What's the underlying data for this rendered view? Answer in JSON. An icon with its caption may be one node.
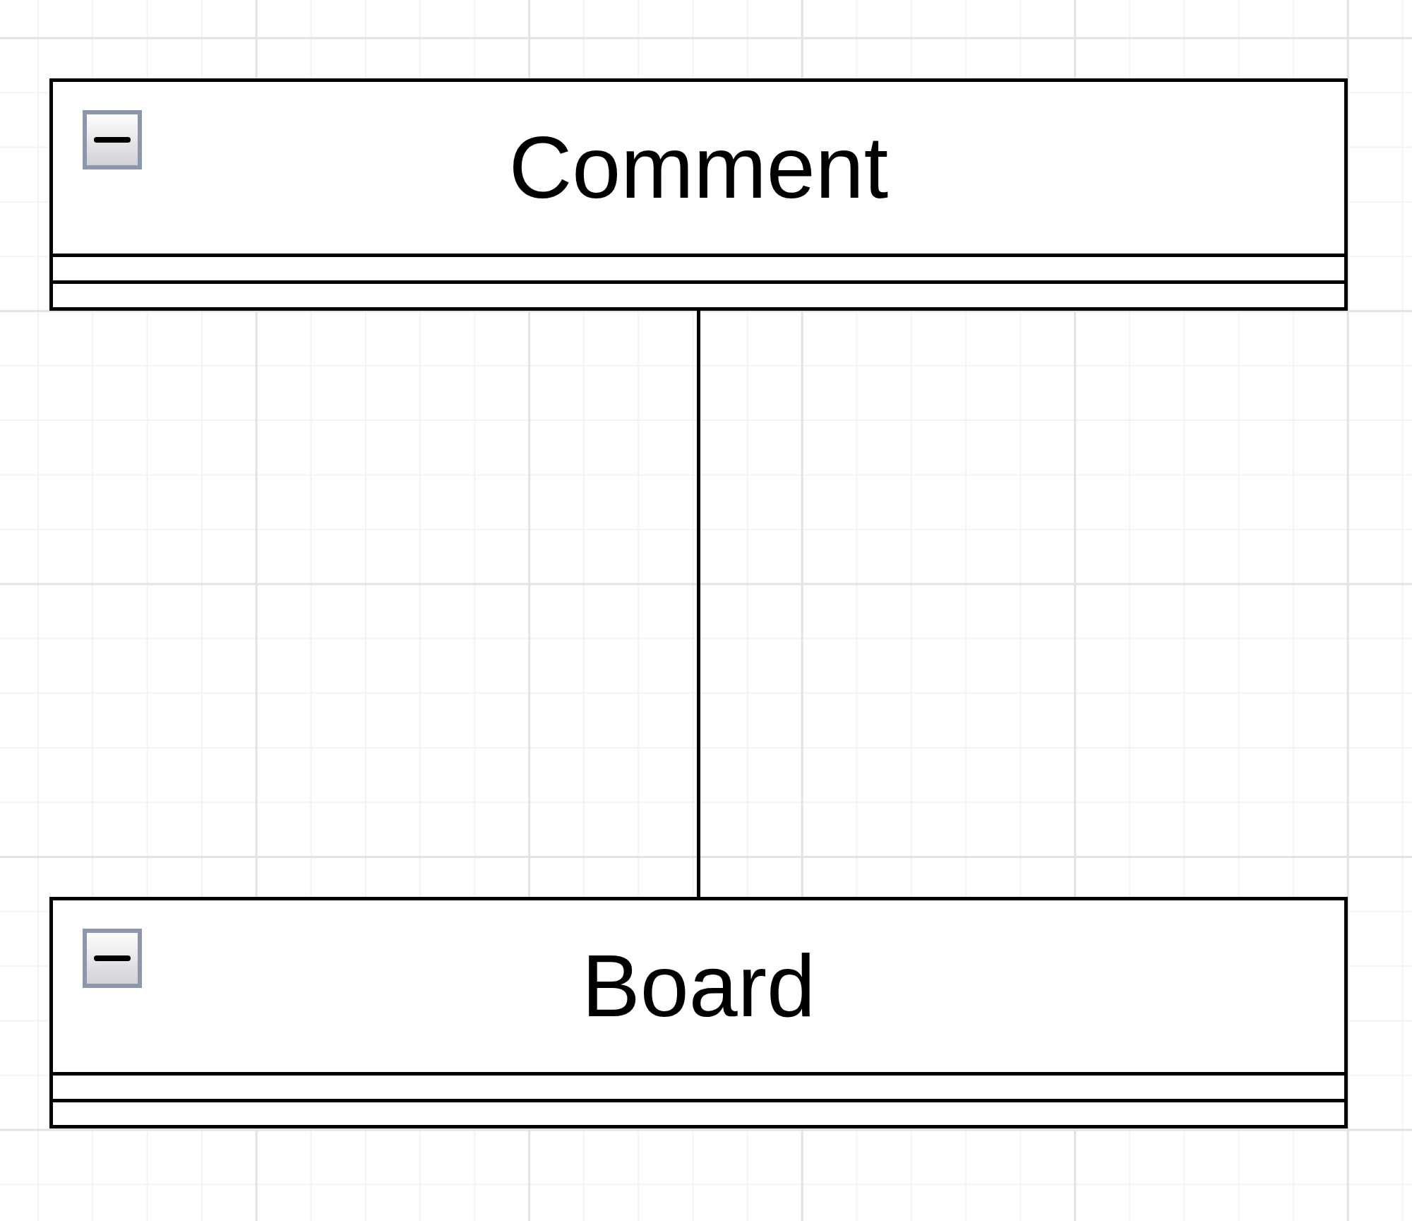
{
  "diagram": {
    "nodes": [
      {
        "text": [
          "Comment"
        ]
      },
      {
        "text": [
          "Board"
        ]
      }
    ],
    "edges": [
      {
        "from": 0,
        "to": 1,
        "arrow": "none"
      }
    ]
  }
}
